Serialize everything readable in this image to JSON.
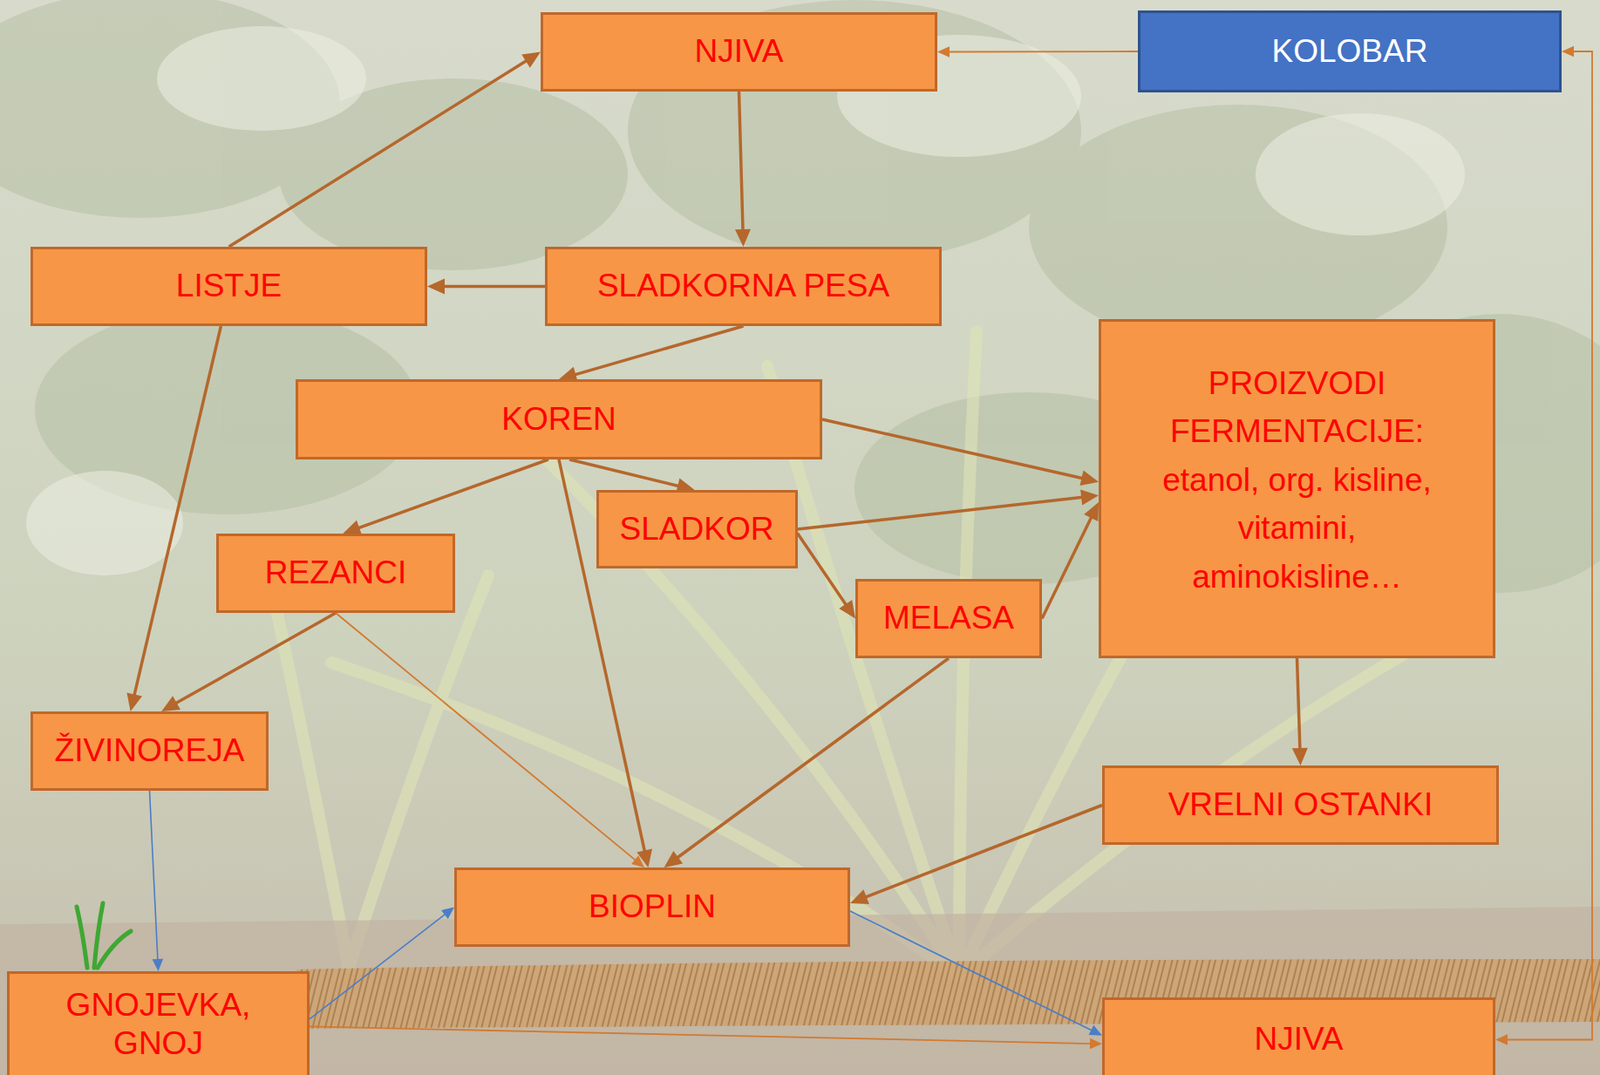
{
  "diagram": {
    "nodes": [
      {
        "text": [
          "NJIVA"
        ]
      },
      {
        "text": [
          "KOLOBAR"
        ]
      },
      {
        "text": [
          "LISTJE"
        ]
      },
      {
        "text": [
          "SLADKORNA PESA"
        ]
      },
      {
        "text": [
          "PROIZVODI FERMENTACIJE: etanol, org. kisline, vitamini, aminokisline…"
        ]
      },
      {
        "text": [
          "KOREN"
        ]
      },
      {
        "text": [
          "SLADKOR"
        ]
      },
      {
        "text": [
          "REZANCI"
        ]
      },
      {
        "text": [
          "MELASA"
        ]
      },
      {
        "text": [
          "ŽIVINOREJA"
        ]
      },
      {
        "text": [
          "VRELNI OSTANKI"
        ]
      },
      {
        "text": [
          "BIOPLIN"
        ]
      },
      {
        "text": [
          "GNOJEVKA, GNOJ"
        ]
      },
      {
        "text": [
          "NJIVA"
        ]
      }
    ],
    "edges": [
      {
        "from": 1,
        "to": 0,
        "arrow": "to"
      },
      {
        "from": 0,
        "to": 3,
        "arrow": "to"
      },
      {
        "from": 3,
        "to": 2,
        "arrow": "to"
      },
      {
        "from": 2,
        "to": 0,
        "arrow": "to"
      },
      {
        "from": 3,
        "to": 5,
        "arrow": "to"
      },
      {
        "from": 2,
        "to": 9,
        "arrow": "to"
      },
      {
        "from": 5,
        "to": 4,
        "arrow": "to"
      },
      {
        "from": 5,
        "to": 6,
        "arrow": "to"
      },
      {
        "from": 5,
        "to": 7,
        "arrow": "to"
      },
      {
        "from": 5,
        "to": 11,
        "arrow": "to"
      },
      {
        "from": 6,
        "to": 4,
        "arrow": "to"
      },
      {
        "from": 6,
        "to": 8,
        "arrow": "to"
      },
      {
        "from": 8,
        "to": 4,
        "arrow": "to"
      },
      {
        "from": 8,
        "to": 11,
        "arrow": "to"
      },
      {
        "from": 7,
        "to": 9,
        "arrow": "to"
      },
      {
        "from": 7,
        "to": 11,
        "arrow": "to"
      },
      {
        "from": 4,
        "to": 10,
        "arrow": "to"
      },
      {
        "from": 10,
        "to": 11,
        "arrow": "to"
      },
      {
        "from": 9,
        "to": 12,
        "arrow": "to"
      },
      {
        "from": 12,
        "to": 11,
        "arrow": "to"
      },
      {
        "from": 12,
        "to": 13,
        "arrow": "to"
      },
      {
        "from": 11,
        "to": 13,
        "arrow": "to"
      },
      {
        "from": 1,
        "to": 13,
        "arrow": "both"
      }
    ]
  }
}
